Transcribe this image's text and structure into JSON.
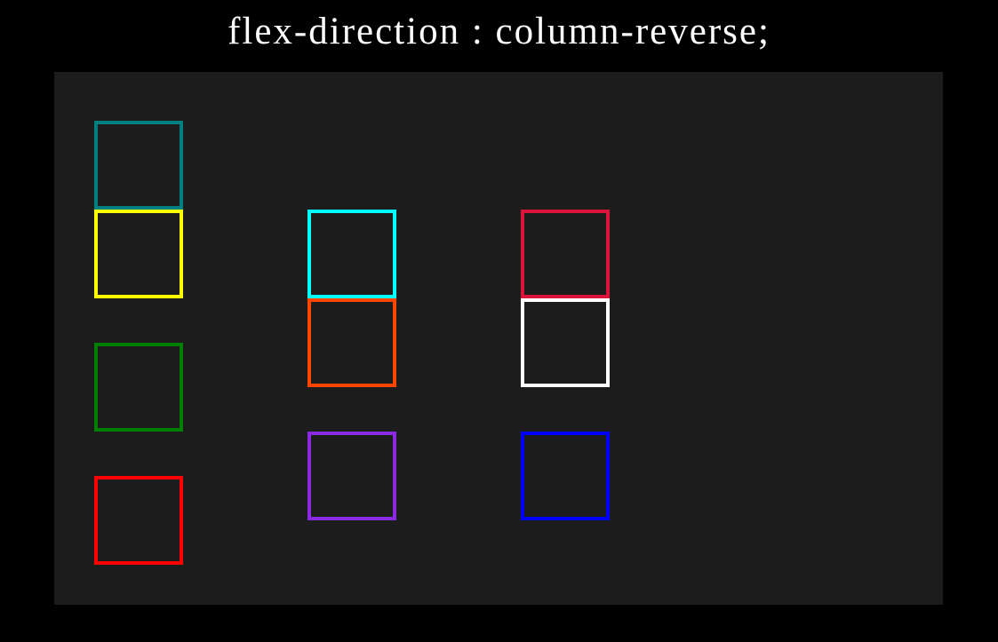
{
  "heading": "flex-direction : column-reverse;",
  "boxes": [
    {
      "id": "1",
      "color": "#ff0000"
    },
    {
      "id": "2",
      "color": "#008000"
    },
    {
      "id": "3",
      "color": "#ffff00"
    },
    {
      "id": "4",
      "color": "#008080"
    },
    {
      "id": "5",
      "color": "#8a2be2"
    },
    {
      "id": "6",
      "color": "#ff4500"
    },
    {
      "id": "7",
      "color": "#00ffff"
    },
    {
      "id": "8",
      "color": "#0000ff"
    },
    {
      "id": "9",
      "color": "#ffffff"
    },
    {
      "id": "10",
      "color": "#dc143c"
    }
  ]
}
